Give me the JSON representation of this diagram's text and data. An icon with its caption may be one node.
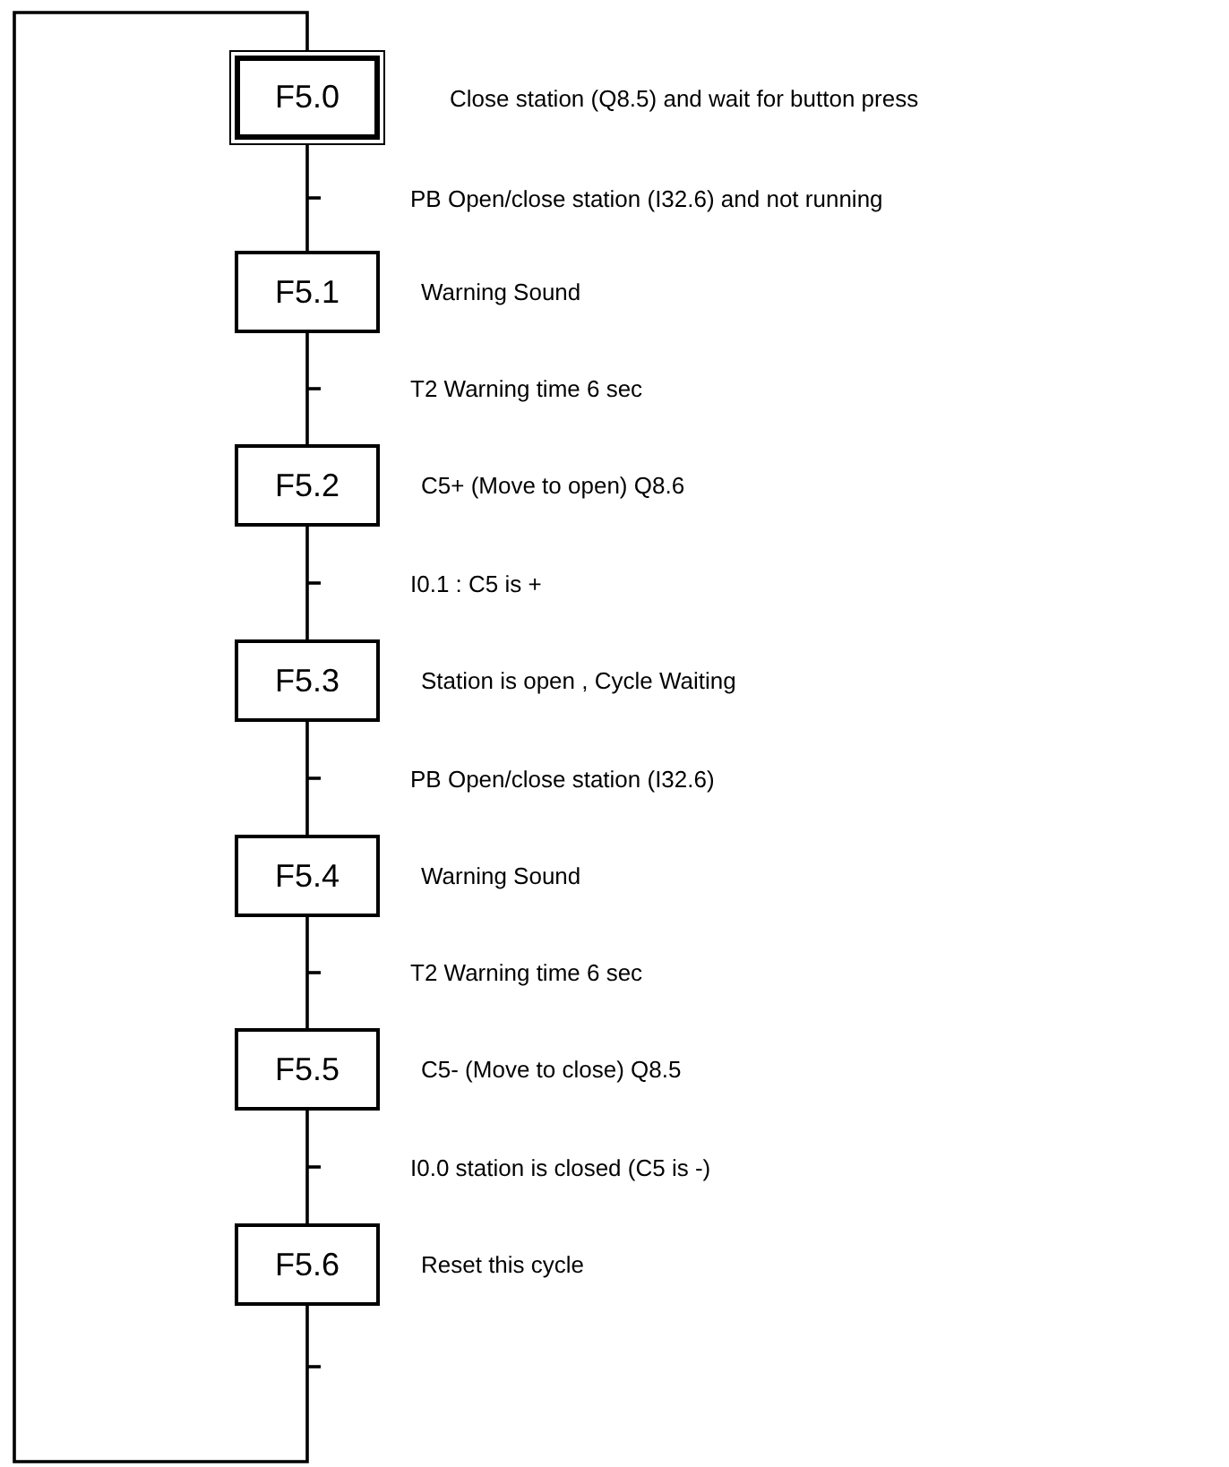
{
  "diagram": {
    "nodes": [
      {
        "text": [
          "F5.0"
        ],
        "beside": [
          "Close station (Q8.5) and wait for button press"
        ]
      },
      {
        "text": [
          "F5.1"
        ],
        "beside": [
          "Warning Sound"
        ]
      },
      {
        "text": [
          "F5.2"
        ],
        "beside": [
          "C5+ (Move to open) Q8.6"
        ]
      },
      {
        "text": [
          "F5.3"
        ],
        "beside": [
          "Station is open , Cycle Waiting"
        ]
      },
      {
        "text": [
          "F5.4"
        ],
        "beside": [
          "Warning Sound"
        ]
      },
      {
        "text": [
          "F5.5"
        ],
        "beside": [
          "C5- (Move to close) Q8.5"
        ]
      },
      {
        "text": [
          "F5.6"
        ],
        "beside": [
          "Reset this cycle"
        ]
      }
    ],
    "edges": [
      {
        "from": 0,
        "to": 1,
        "arrow": "none",
        "label": "PB Open/close station (I32.6) and not running"
      },
      {
        "from": 1,
        "to": 2,
        "arrow": "none",
        "label": "T2 Warning time 6 sec"
      },
      {
        "from": 2,
        "to": 3,
        "arrow": "none",
        "label": "I0.1 : C5 is +"
      },
      {
        "from": 3,
        "to": 4,
        "arrow": "none",
        "label": "PB Open/close station (I32.6)"
      },
      {
        "from": 4,
        "to": 5,
        "arrow": "none",
        "label": "T2 Warning time 6 sec"
      },
      {
        "from": 5,
        "to": 6,
        "arrow": "none",
        "label": "I0.0 station is closed (C5 is -)"
      },
      {
        "from": 6,
        "to": 0,
        "arrow": "none"
      }
    ]
  }
}
